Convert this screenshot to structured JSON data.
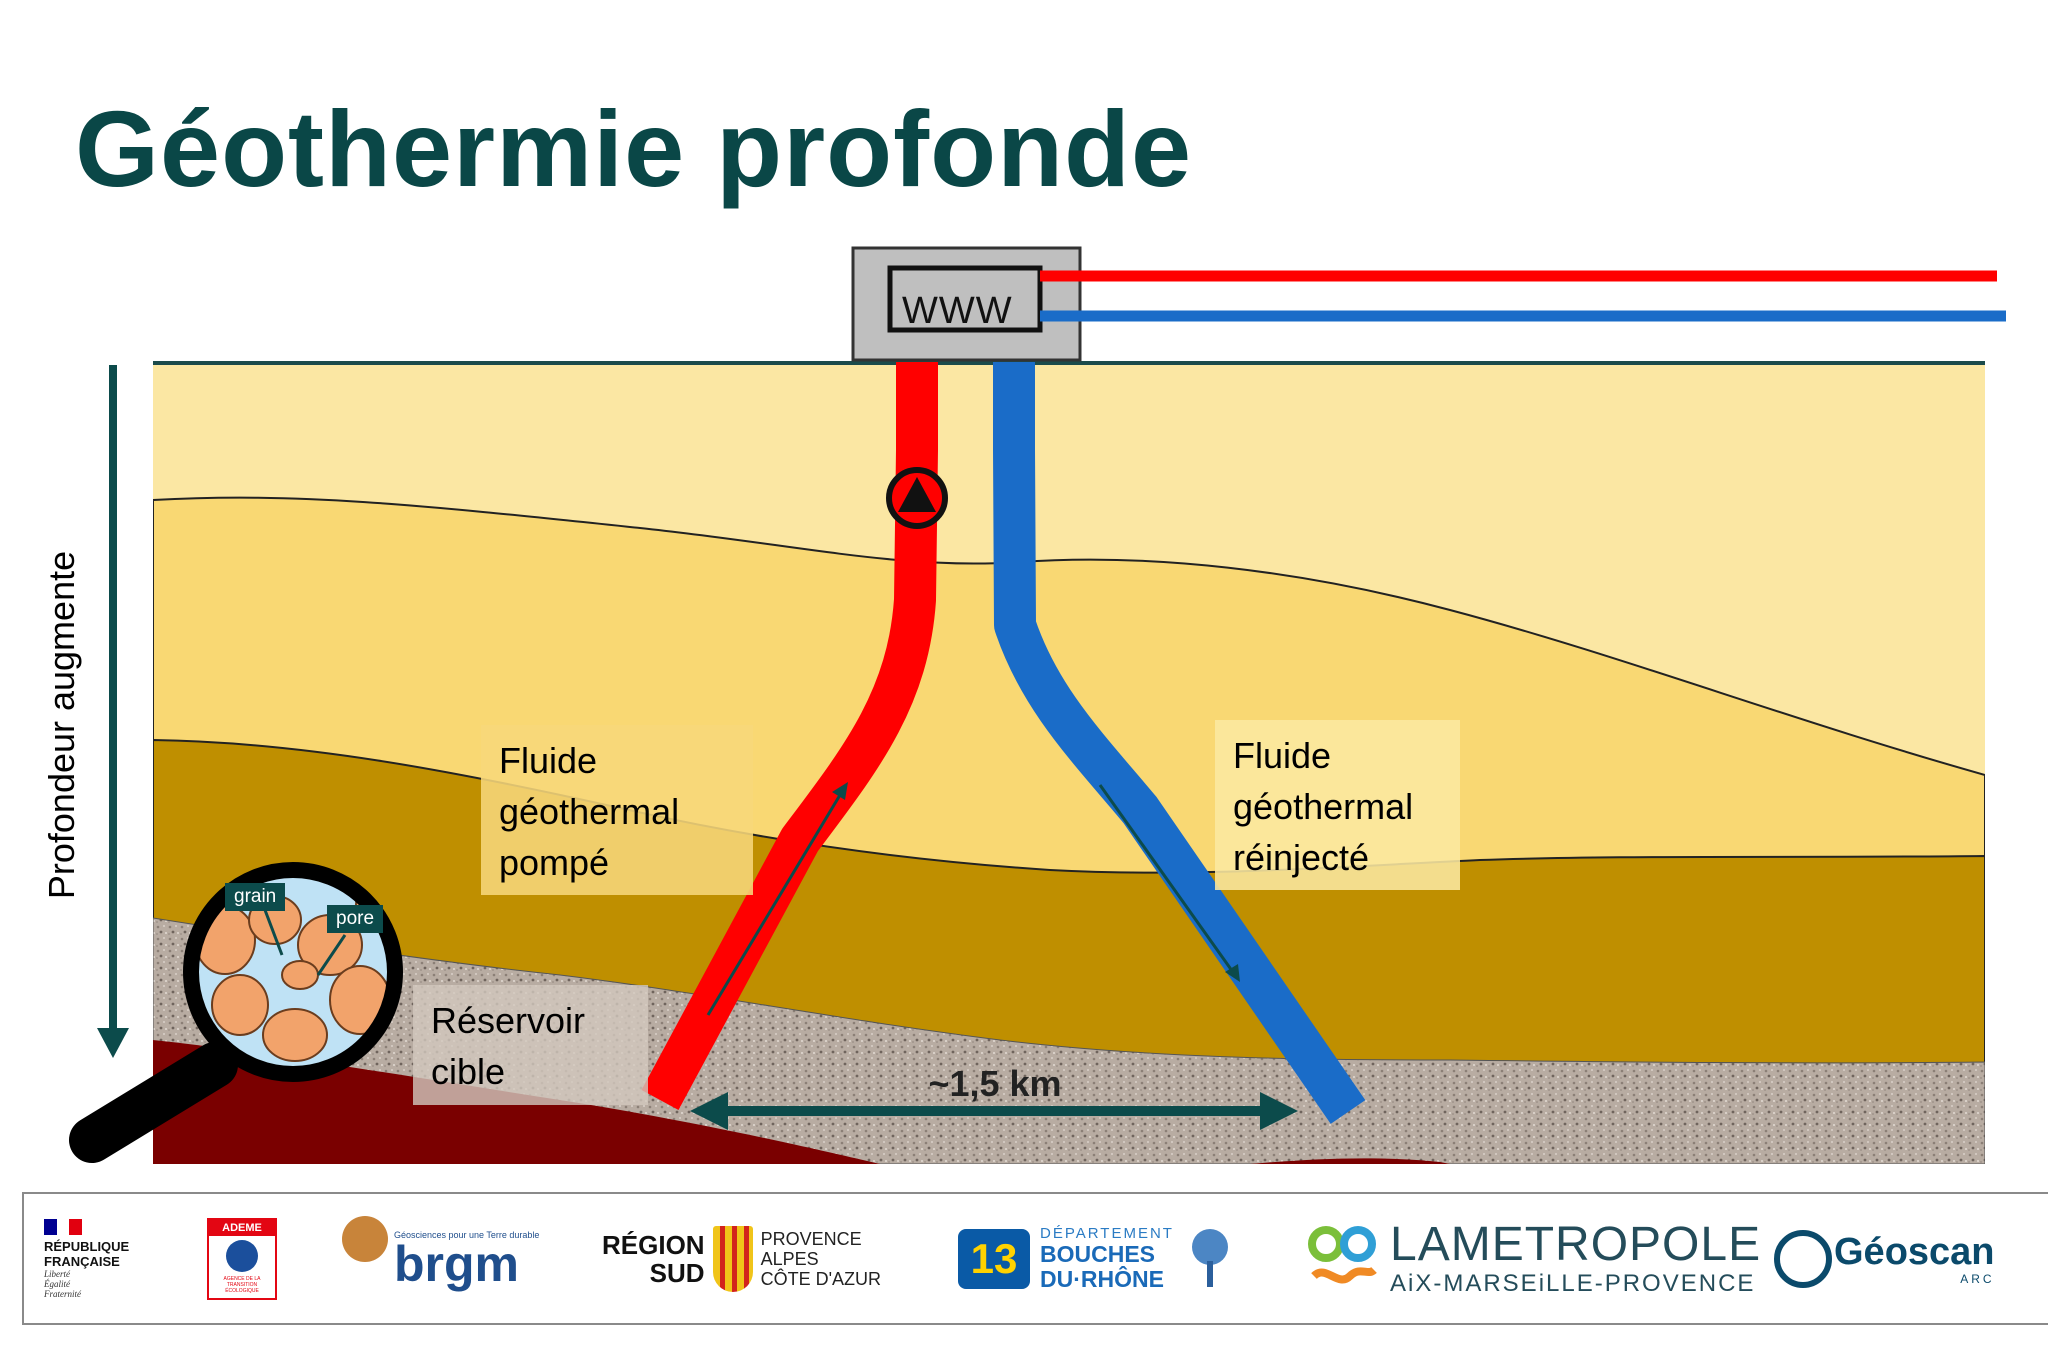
{
  "title": "Géothermie profonde",
  "depth_axis_label": "Profondeur augmente",
  "plant_label": "WWW",
  "labels": {
    "pumped_fluid": [
      "Fluide",
      "géothermal",
      "pompé"
    ],
    "reinjected_fluid": [
      "Fluide",
      "géothermal",
      "réinjecté"
    ],
    "reservoir": [
      "Réservoir",
      "cible"
    ],
    "distance": "~1,5 km",
    "grain": "grain",
    "pore": "pore"
  },
  "colors": {
    "title": "#0a4747",
    "hot_pipe": "#ff0000",
    "cold_pipe": "#1a6cc8",
    "arrow": "#0c4b4b",
    "layer_top": "#fbe7a3",
    "layer_2": "#f9d873",
    "layer_3": "#bf8f00",
    "reservoir": "#b8aca2",
    "basement": "#7a0000"
  },
  "icons": [
    "pump-icon",
    "magnifier-icon",
    "depth-arrow-icon",
    "double-arrow-icon"
  ],
  "partners": {
    "republique": {
      "lines": [
        "RÉPUBLIQUE",
        "FRANÇAISE"
      ],
      "motto": [
        "Liberté",
        "Égalité",
        "Fraternité"
      ]
    },
    "ademe": {
      "name": "ADEME",
      "sub": [
        "AGENCE DE LA",
        "TRANSITION",
        "ÉCOLOGIQUE"
      ]
    },
    "brgm": {
      "tagline": "Géosciences pour une Terre durable",
      "name": "brgm"
    },
    "region": {
      "name": [
        "RÉGION",
        "SUD"
      ],
      "sub": [
        "PROVENCE",
        "ALPES",
        "CÔTE D'AZUR"
      ]
    },
    "departement": {
      "mark": "13",
      "small": "DÉPARTEMENT",
      "name": [
        "BOUCHES",
        "DU·RHÔNE"
      ]
    },
    "metropole": {
      "name": "LAMETROPOLE",
      "sub": "AiX-MARSEiLLE-PROVENCE"
    },
    "geoscan": {
      "name": "Géoscan",
      "sub": "ARC"
    }
  }
}
